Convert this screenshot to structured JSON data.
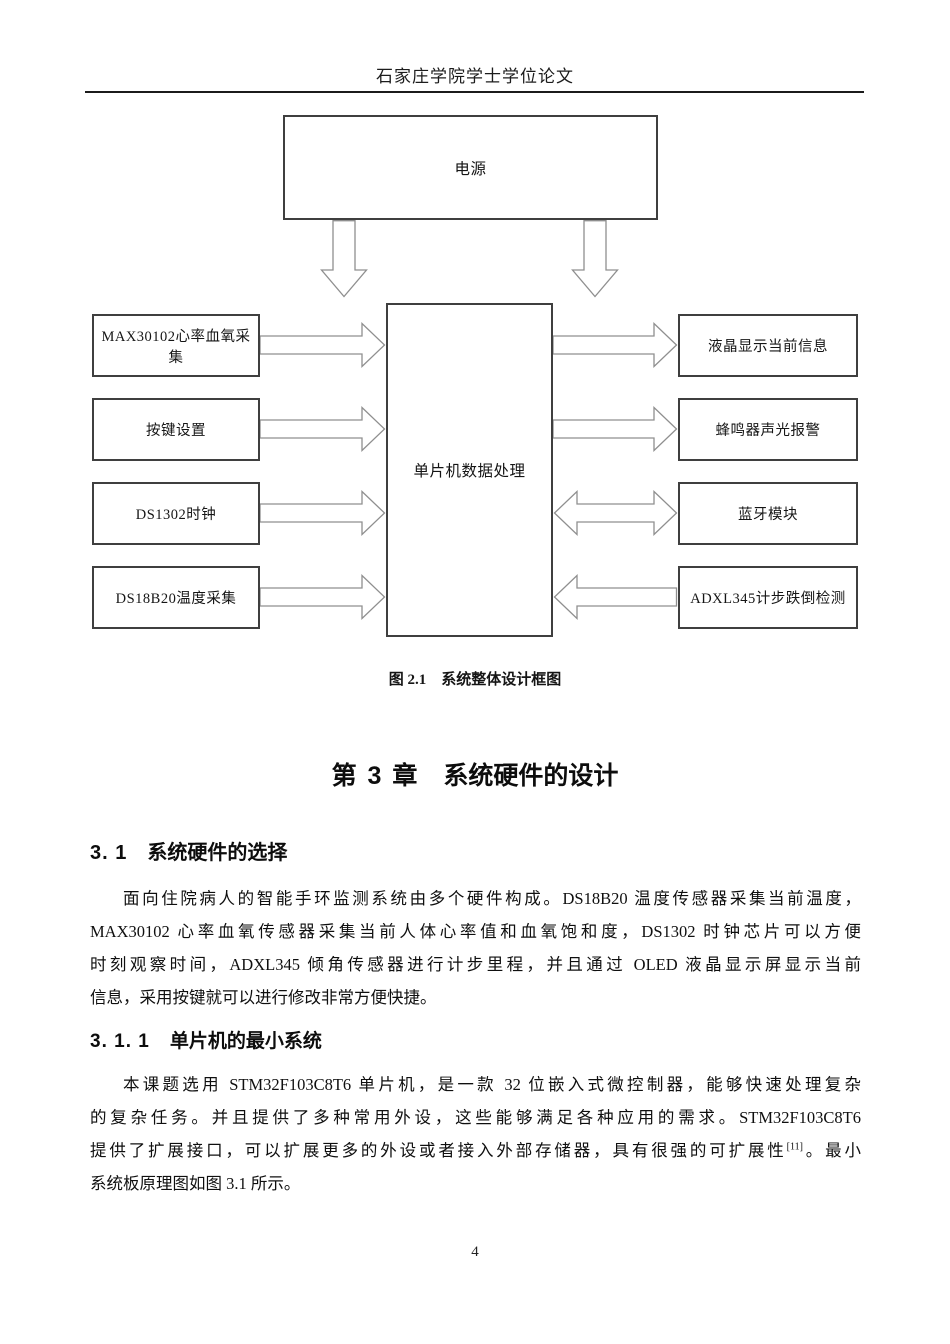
{
  "page": {
    "header": "石家庄学院学士学位论文",
    "page_number": "4"
  },
  "figure": {
    "caption": "图 2.1　系统整体设计框图",
    "diagram": {
      "power": "电源",
      "mcu": "单片机数据处理",
      "left_nodes": [
        "MAX30102心率血氧采集",
        "按键设置",
        "DS1302时钟",
        "DS18B20温度采集"
      ],
      "right_nodes": [
        "液晶显示当前信息",
        "蜂鸣器声光报警",
        "蓝牙模块",
        "ADXL345计步跌倒检测"
      ]
    }
  },
  "chapter": {
    "number": "第 3 章",
    "title": "系统硬件的设计"
  },
  "section_3_1": {
    "number": "3. 1",
    "title": "系统硬件的选择",
    "lines": [
      "面向住院病人的智能手环监测系统由多个硬件构成。DS18B20 温度传感器采集当前温度，",
      "MAX30102 心率血氧传感器采集当前人体心率值和血氧饱和度，DS1302 时钟芯片可以方便",
      "时刻观察时间，ADXL345 倾角传感器进行计步里程，并且通过 OLED 液晶显示屏显示当前",
      "信息，采用按键就可以进行修改非常方便快捷。"
    ]
  },
  "section_3_1_1": {
    "number": "3. 1. 1",
    "title": "单片机的最小系统",
    "line1": "本课题选用 STM32F103C8T6 单片机，是一款 32 位嵌入式微控制器，能够快速处理复杂",
    "line2": "的复杂任务。并且提供了多种常用外设，这些能够满足各种应用的需求。STM32F103C8T6",
    "line3_pre": "提供了扩展接口，可以扩展更多的外设或者接入外部存储器，具有很强的可扩展性",
    "line3_sup": "[11]",
    "line3_post": "。最小",
    "line4": "系统板原理图如图 3.1 所示。"
  }
}
